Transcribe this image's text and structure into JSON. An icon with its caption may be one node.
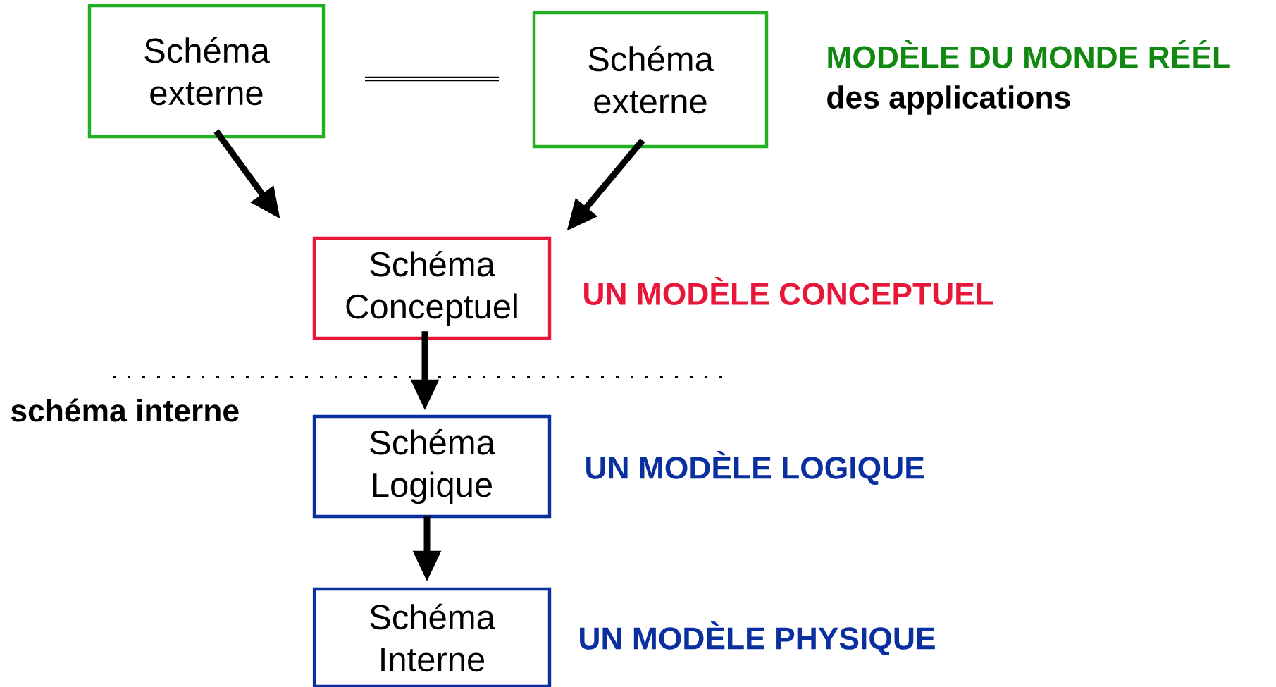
{
  "diagram": {
    "nodes": [
      {
        "text": [
          "Schéma externe"
        ]
      },
      {
        "text": [
          "Schéma externe"
        ]
      },
      {
        "text": [
          "Schéma Conceptuel"
        ]
      },
      {
        "text": [
          "Schéma Logique"
        ]
      },
      {
        "text": [
          "Schéma Interne"
        ]
      }
    ],
    "edges": [
      {
        "from": 0,
        "to": 2,
        "arrow": "to"
      },
      {
        "from": 1,
        "to": 2,
        "arrow": "to"
      },
      {
        "from": 2,
        "to": 3,
        "arrow": "to"
      },
      {
        "from": 3,
        "to": 4,
        "arrow": "to"
      }
    ],
    "labels": [
      "MODÈLE DU MONDE RÉÉL",
      "des applications",
      "UN MODÈLE CONCEPTUEL",
      "schéma interne",
      "UN MODÈLE LOGIQUE",
      "UN MODÈLE PHYSIQUE"
    ]
  }
}
